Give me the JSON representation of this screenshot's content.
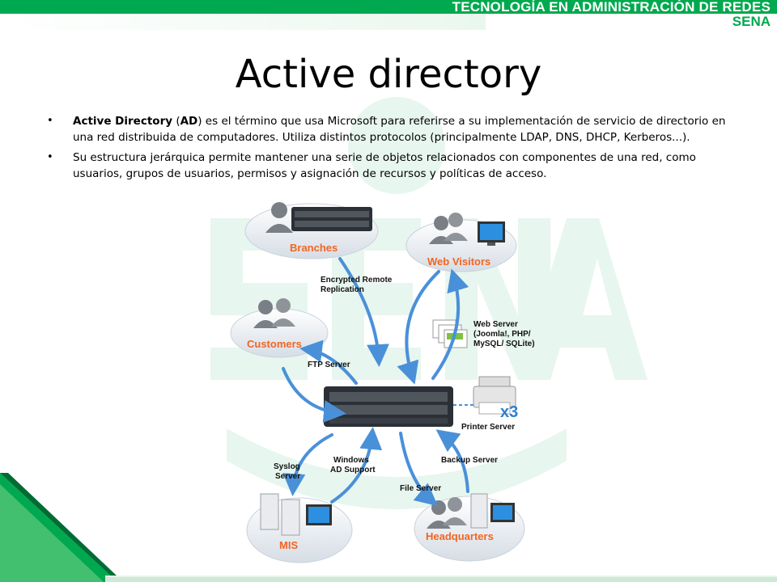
{
  "header": {
    "title": "TECNOLOGÍA EN ADMINISTRACIÓN DE REDES",
    "subtitle": "SENA"
  },
  "slide": {
    "title": "Active directory",
    "bullets": [
      {
        "b1": "Active Directory",
        "t1": " (",
        "b2": "AD",
        "t2": ") es el término que usa Microsoft para referirse a su implementación de servicio de directorio en una red distribuida de computadores. Utiliza distintos protocolos (principalmente LDAP, DNS, DHCP, Kerberos...)."
      },
      {
        "t1": "Su estructura jerárquica permite mantener una serie de objetos relacionados con componentes de una red, como usuarios, grupos de usuarios, permisos y asignación de recursos y políticas de acceso."
      }
    ],
    "bullet_glyph": "•"
  },
  "diagram": {
    "nodes": {
      "branches": "Branches",
      "web_visitors": "Web Visitors",
      "customers": "Customers",
      "mis": "MIS",
      "headquarters": "Headquarters"
    },
    "services": {
      "replication_1": "Encrypted Remote",
      "replication_2": "Replication",
      "web_server_1": "Web Server",
      "web_server_2": "(Joomla!, PHP/",
      "web_server_3": "MySQL/ SQLite)",
      "ftp_server": "FTP Server",
      "printer_server": "Printer Server",
      "printer_count": "x3",
      "syslog_1": "Syslog",
      "syslog_2": "Server",
      "windows_1": "Windows",
      "windows_2": "AD Support",
      "backup_server": "Backup Server",
      "file_server": "File Server"
    },
    "colors": {
      "arrow": "#4a90d9",
      "label": "#f26522",
      "pedestal": "#e9eef3",
      "server": "#2b2f36"
    }
  },
  "theme": {
    "brand_green": "#00a94f"
  }
}
